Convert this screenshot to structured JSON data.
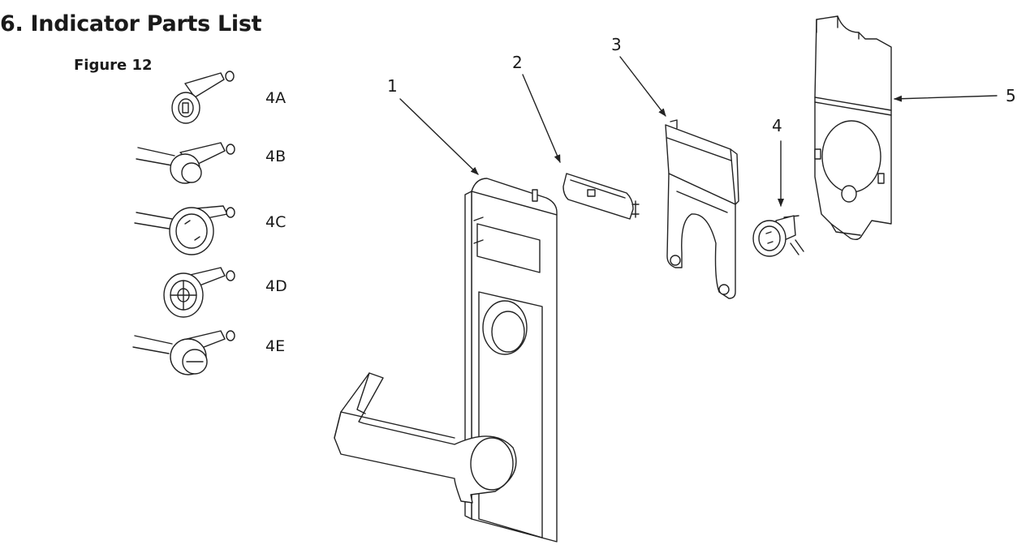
{
  "section_title": "6. Indicator Parts List",
  "figure_label": "Figure 12",
  "callouts": {
    "part_1": "1",
    "part_2": "2",
    "part_3": "3",
    "part_4": "4",
    "part_5": "5"
  },
  "variants": {
    "v4a": "4A",
    "v4b": "4B",
    "v4c": "4C",
    "v4d": "4D",
    "v4e": "4E"
  }
}
